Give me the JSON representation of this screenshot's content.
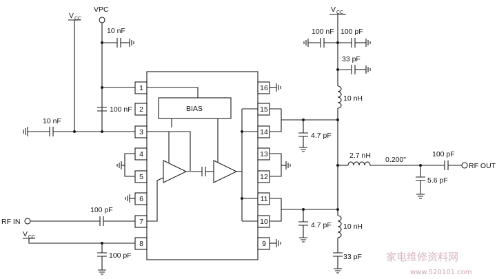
{
  "labels": {
    "vcc": "V",
    "vcc_sub": "CC",
    "vpc": "VPC",
    "bias": "BIAS",
    "rf_in": "RF IN",
    "rf_out": "RF OUT",
    "microstrip": "0.200\""
  },
  "pins": [
    "1",
    "2",
    "3",
    "4",
    "5",
    "6",
    "7",
    "8",
    "16",
    "15",
    "14",
    "13",
    "12",
    "11",
    "10",
    "9"
  ],
  "components": {
    "c_vpc": "10 nF",
    "c_pin2": "100 nF",
    "c_pin3": "10 nF",
    "c_rfin": "100 pF",
    "c_pin8": "100 pF",
    "c_top_a": "100 nF",
    "c_top_b": "100 pF",
    "c_top_c": "33 pF",
    "l_top": "10 nH",
    "c_15_14": "4.7 pF",
    "l_out": "2.7 nH",
    "c_out_series": "100 pF",
    "c_out_shunt": "5.6 pF",
    "c_11_10": "4.7 pF",
    "l_bottom": "10 nH",
    "c_bottom": "33 pF"
  },
  "watermark": {
    "text": "家电维修资料网",
    "url": "www.520101.com"
  }
}
